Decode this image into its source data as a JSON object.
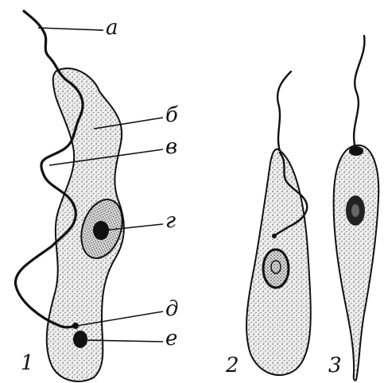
{
  "labels": {
    "a": "а",
    "b": "б",
    "v": "в",
    "g": "г",
    "d": "д",
    "e": "е"
  },
  "figure_numbers": {
    "one": "1",
    "two": "2",
    "three": "3"
  },
  "colors": {
    "ink": "#111111",
    "cell_fill": "#efefef",
    "stipple": "#4a4a4a",
    "background": "#ffffff"
  }
}
